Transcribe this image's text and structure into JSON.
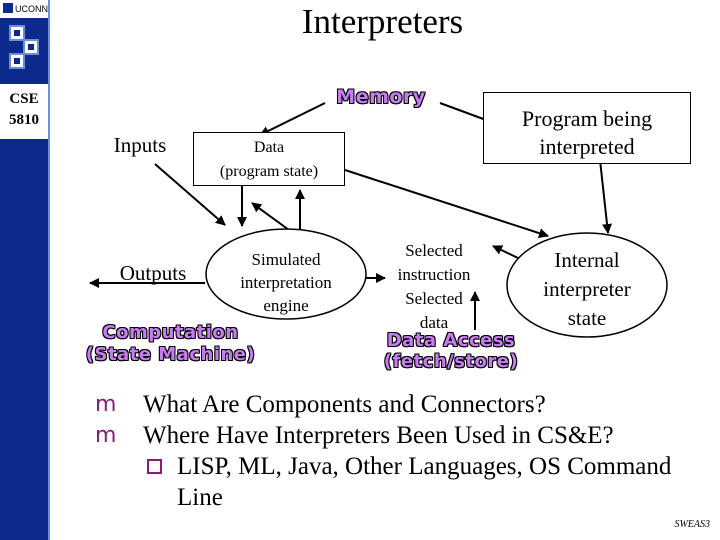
{
  "sidebar": {
    "logo_text": "UCONN",
    "course_line1": "CSE",
    "course_line2": "5810"
  },
  "title": "Interpreters",
  "diagram": {
    "memory": "Memory",
    "program_being_interpreted": [
      "Program being",
      "interpreted"
    ],
    "inputs": "Inputs",
    "outputs": "Outputs",
    "data_box": [
      "Data",
      "(program state)"
    ],
    "engine": [
      "Simulated",
      "interpretation",
      "engine"
    ],
    "selected": [
      "Selected",
      "instruction",
      "Selected",
      "data"
    ],
    "internal_state": [
      "Internal",
      "interpreter",
      "state"
    ],
    "computation": [
      "Computation",
      "(State Machine)"
    ],
    "data_access": [
      "Data Access",
      "(fetch/store)"
    ]
  },
  "bullets": [
    "What Are Components and Connectors?",
    "Where Have Interpreters Been Used in CS&E?"
  ],
  "sub_bullets": [
    "LISP, ML, Java, Other Languages, OS Command Line"
  ],
  "footer": "SWEAS3",
  "colors": {
    "sidebar": "#0b2a8c",
    "wordart_fill": "#c77cf2",
    "bullet": "#8e1a78"
  }
}
